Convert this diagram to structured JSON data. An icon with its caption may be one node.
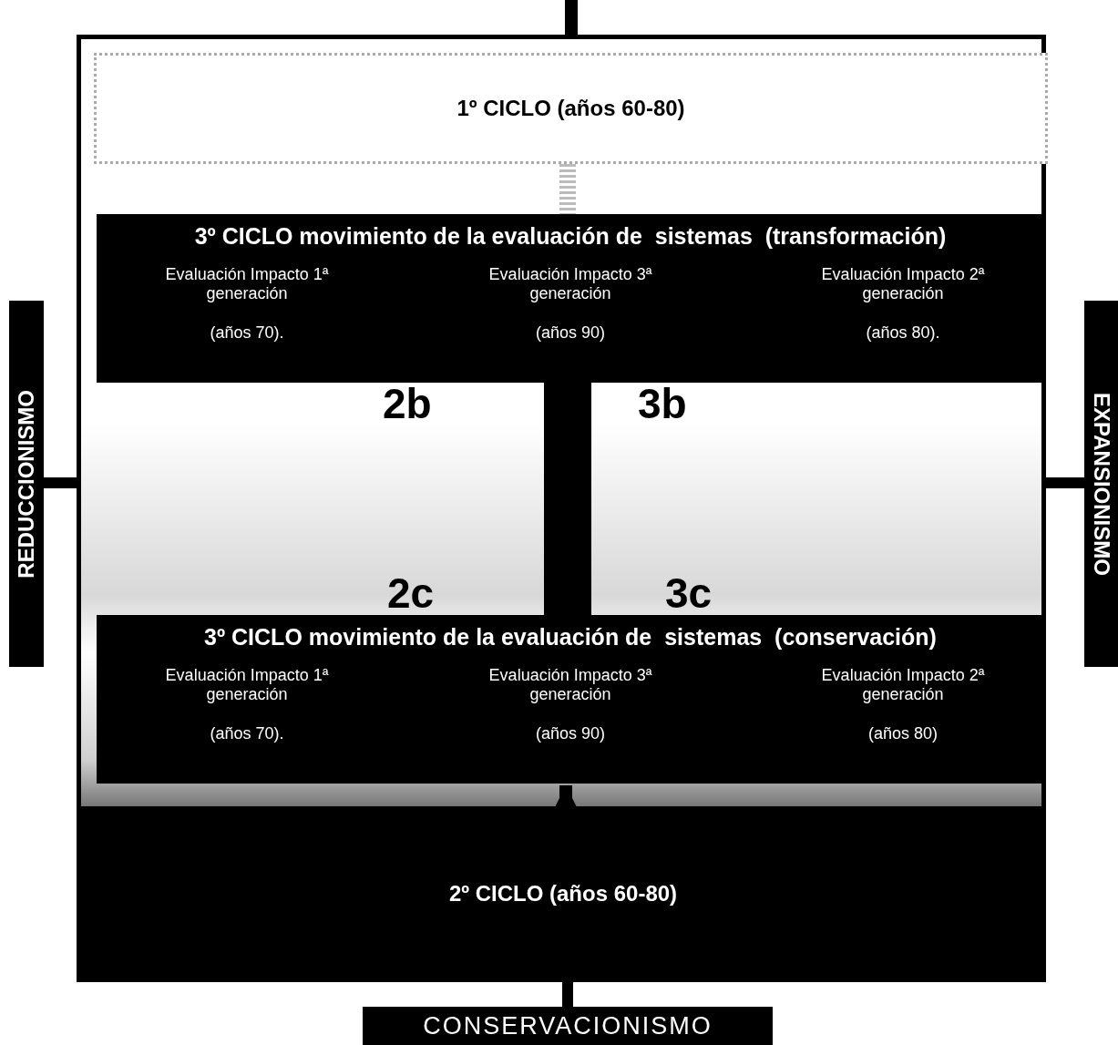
{
  "diagram": {
    "nodes": [
      {
        "text": [],
        "shape": "box"
      },
      {
        "text": [
          "1º CICLO (años 60-80)"
        ],
        "in": 0
      },
      {
        "text": [
          "3º CICLO movimiento de la evaluación de  sistemas  (transformación)"
        ],
        "in": 0
      },
      {
        "text": [
          "Evaluación Impacto 1ª generación",
          "(años 70)."
        ],
        "in": 2
      },
      {
        "text": [
          "Evaluación Impacto 3ª generación",
          "(años 90)"
        ],
        "in": 2
      },
      {
        "text": [
          "Evaluación Impacto 2ª generación",
          "(años 80)."
        ],
        "in": 2
      },
      {
        "text": [
          "3º CICLO movimiento de la evaluación de  sistemas  (conservación)"
        ],
        "in": 0
      },
      {
        "text": [
          "Evaluación Impacto 1ª generación",
          "(años 70)."
        ],
        "in": 6
      },
      {
        "text": [
          "Evaluación Impacto 3ª generación",
          "(años 90)"
        ],
        "in": 6
      },
      {
        "text": [
          "Evaluación Impacto 2ª generación",
          "(años 80)"
        ],
        "in": 6
      },
      {
        "text": [
          "2º CICLO (años 60-80)"
        ],
        "in": 0
      },
      {
        "text": [
          "REDUCCIONISMO"
        ]
      },
      {
        "text": [
          "EXPANSIONISMO"
        ]
      },
      {
        "text": [
          "CONSERVACIONISMO"
        ]
      }
    ],
    "edges": [
      {
        "from": null,
        "to": 0,
        "arrow": "none"
      },
      {
        "from": 1,
        "to": 2,
        "arrow": "none",
        "style": "dashed",
        "color": "#bbbbbb"
      },
      {
        "from": 2,
        "to": 6,
        "arrow": "none",
        "style": "thick"
      },
      {
        "from": 10,
        "to": 6,
        "arrow": "to"
      },
      {
        "from": 11,
        "to": 0,
        "arrow": "none"
      },
      {
        "from": 12,
        "to": 0,
        "arrow": "none"
      },
      {
        "from": 0,
        "to": 13,
        "arrow": "none"
      }
    ],
    "labels": [
      "2b",
      "3b",
      "2c",
      "3c"
    ]
  }
}
